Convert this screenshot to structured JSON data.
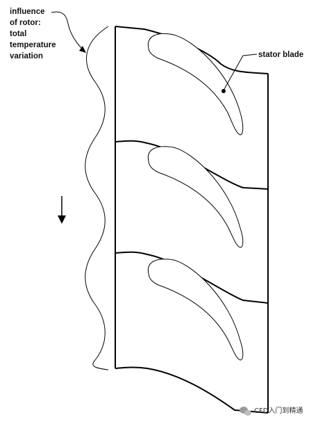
{
  "labels": {
    "rotor_influence": [
      "influence",
      "of rotor:",
      "total",
      "temperature",
      "variation"
    ],
    "stator_blade": "stator blade"
  },
  "watermark": "CFD入门到精通",
  "icons": [
    "flow-direction-arrow-icon",
    "wechat-logo-icon"
  ]
}
